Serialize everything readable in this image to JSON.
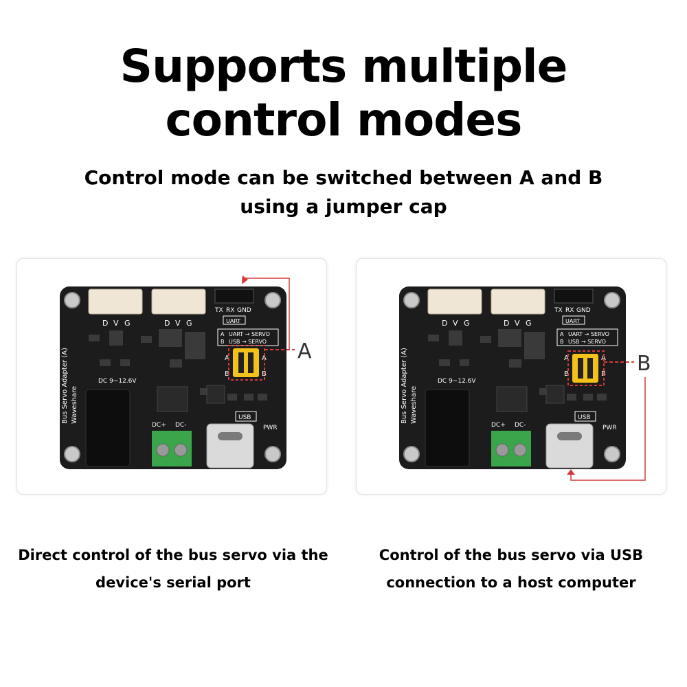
{
  "headline": {
    "line1": "Supports multiple",
    "line2": "control modes"
  },
  "subline": {
    "line1": "Control mode can be switched between A and B",
    "line2": "using a jumper cap"
  },
  "colors": {
    "pcb": "#1c1c1c",
    "callout": "#d43a3a",
    "jumper": "#f2c21b",
    "terminal": "#3aa54a"
  },
  "board": {
    "pin_labels": [
      "D",
      "V",
      "G"
    ],
    "header_labels": [
      "TX",
      "RX",
      "GND"
    ],
    "uart_label": "UART",
    "mode_a": "A",
    "mode_b": "B",
    "mode_a_text": "UART → SERVO",
    "mode_b_text": "USB → SERVO",
    "product_name": "Bus Servo Adapter (A)",
    "brand": "Waveshare",
    "dc_label": "DC 9~12.6V",
    "dc_plus": "DC+",
    "dc_minus": "DC-",
    "usb_label": "USB",
    "pwr_label": "PWR"
  },
  "panels": [
    {
      "callout": "A",
      "caption": {
        "line1": "Direct control of the bus servo via the",
        "line2": "device's serial port"
      }
    },
    {
      "callout": "B",
      "caption": {
        "line1": "Control of the bus servo via USB",
        "line2": "connection to a host computer"
      }
    }
  ]
}
